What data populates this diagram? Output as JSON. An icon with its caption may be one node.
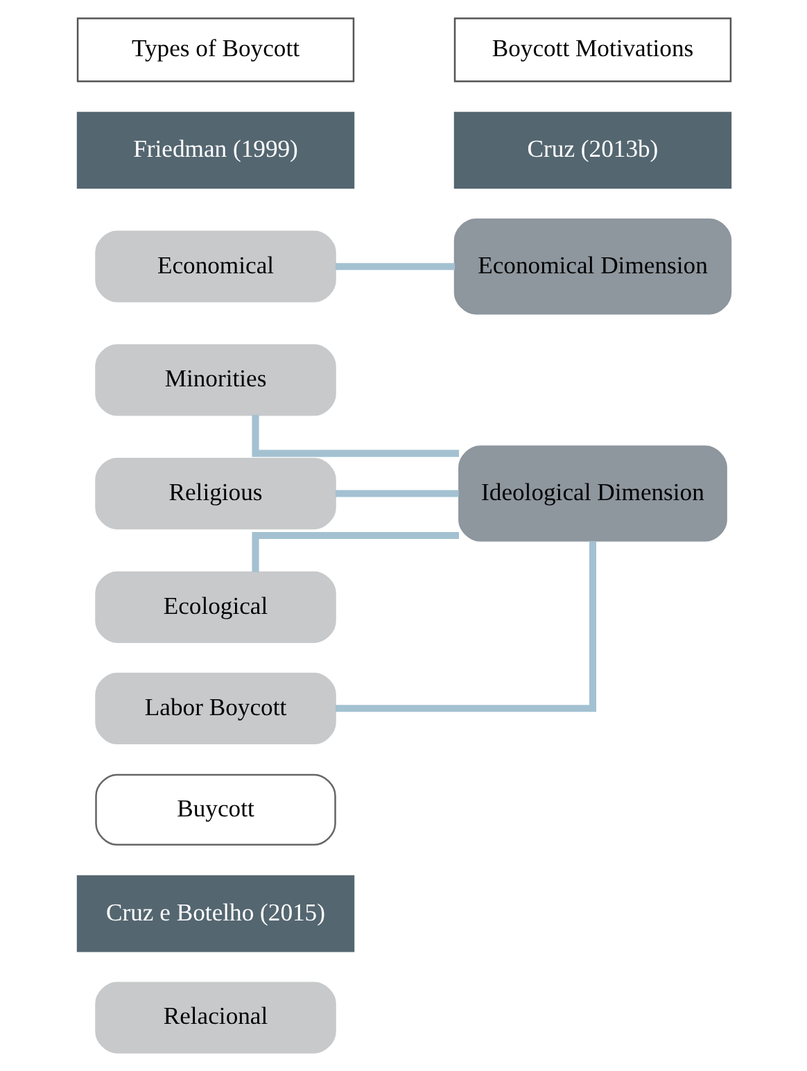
{
  "diagram": {
    "nodes": [
      {
        "text": [
          "Types of Boycott"
        ]
      },
      {
        "text": [
          "Boycott Motivations"
        ]
      },
      {
        "text": [
          "Friedman (1999)"
        ]
      },
      {
        "text": [
          "Cruz (2013b)"
        ]
      },
      {
        "text": [
          "Economical"
        ]
      },
      {
        "text": [
          "Economical Dimension"
        ]
      },
      {
        "text": [
          "Minorities"
        ]
      },
      {
        "text": [
          "Religious"
        ]
      },
      {
        "text": [
          "Ecological"
        ]
      },
      {
        "text": [
          "Labor Boycott"
        ]
      },
      {
        "text": [
          "Ideological Dimension"
        ]
      },
      {
        "text": [
          "Buycott"
        ]
      },
      {
        "text": [
          "Cruz e Botelho (2015)"
        ]
      },
      {
        "text": [
          "Relacional"
        ]
      }
    ],
    "edges": [
      {
        "from": 4,
        "to": 5,
        "arrow": "none"
      },
      {
        "from": 6,
        "to": 10,
        "arrow": "none"
      },
      {
        "from": 7,
        "to": 10,
        "arrow": "none"
      },
      {
        "from": 8,
        "to": 10,
        "arrow": "none"
      },
      {
        "from": 9,
        "to": 10,
        "arrow": "none"
      }
    ]
  }
}
